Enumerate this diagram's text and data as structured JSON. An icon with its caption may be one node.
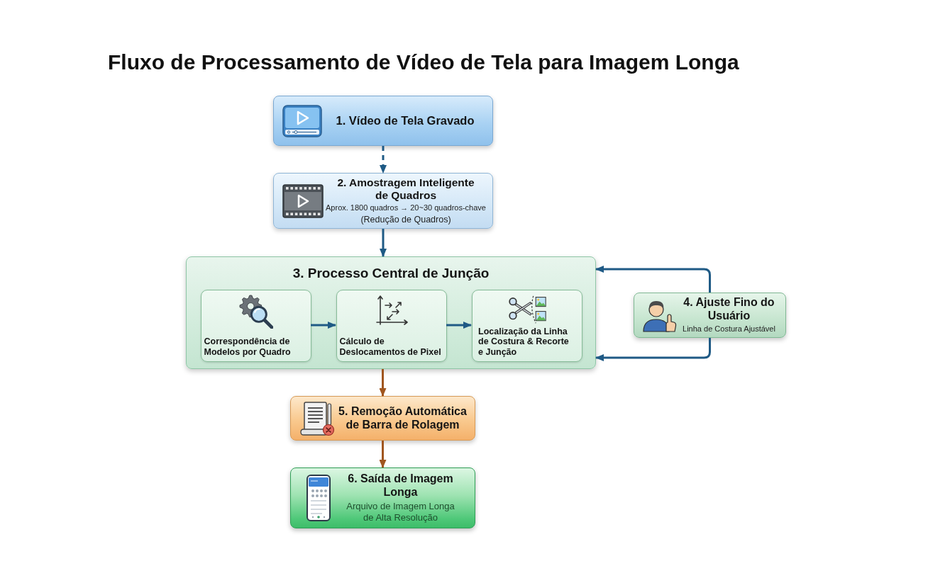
{
  "diagram": {
    "title": "Fluxo de Processamento de Vídeo de Tela para Imagem Longa",
    "nodes": [
      {
        "text": [
          "1. Vídeo de Tela Gravado"
        ]
      },
      {
        "text": [
          "2. Amostragem Inteligente de Quadros",
          "Aprox. 1800 quadros → 20~30 quadros-chave",
          "(Redução de Quadros)"
        ]
      },
      {
        "text": [
          "3. Processo Central de Junção"
        ]
      },
      {
        "text": [
          "Correspondência de Modelos por Quadro"
        ],
        "in": 2
      },
      {
        "text": [
          "Cálculo de Deslocamentos de Pixel"
        ],
        "in": 2
      },
      {
        "text": [
          "Localização da Linha de Costura & Recorte e Junção"
        ],
        "in": 2
      },
      {
        "text": [
          "4. Ajuste Fino do Usuário",
          "Linha de Costura Ajustável"
        ]
      },
      {
        "text": [
          "5. Remoção Automática de Barra de Rolagem"
        ]
      },
      {
        "text": [
          "6. Saída de Imagem Longa",
          "Arquivo de Imagem Longa de Alta Resolução"
        ]
      }
    ],
    "edges": [
      {
        "from": 0,
        "to": 1,
        "arrow": "to",
        "style": "dashed"
      },
      {
        "from": 1,
        "to": 2,
        "arrow": "to"
      },
      {
        "from": 3,
        "to": 4,
        "arrow": "to"
      },
      {
        "from": 4,
        "to": 5,
        "arrow": "to"
      },
      {
        "from": 6,
        "to": 2,
        "arrow": "to"
      },
      {
        "from": 6,
        "to": 2,
        "arrow": "to"
      },
      {
        "from": 2,
        "to": 7,
        "arrow": "to",
        "color": "#a0561f"
      },
      {
        "from": 7,
        "to": 8,
        "arrow": "to",
        "color": "#a0561f"
      }
    ]
  }
}
